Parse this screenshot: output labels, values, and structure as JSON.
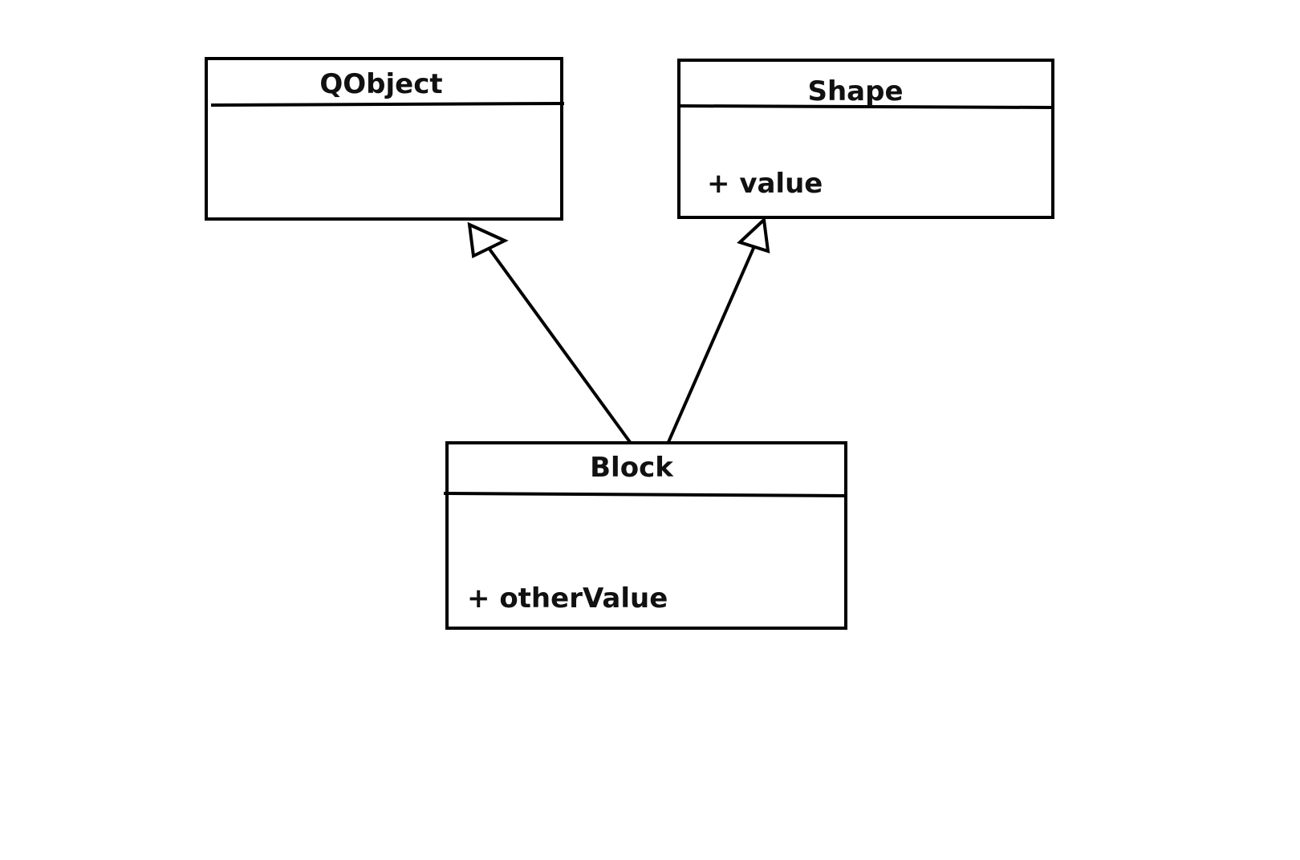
{
  "classes": {
    "qobject": {
      "name": "QObject",
      "attributes": []
    },
    "shape": {
      "name": "Shape",
      "attributes": [
        "+ value"
      ]
    },
    "block": {
      "name": "Block",
      "attributes": [
        "+ otherValue"
      ]
    }
  },
  "relations": [
    {
      "from": "Block",
      "to": "QObject",
      "type": "inheritance"
    },
    {
      "from": "Block",
      "to": "Shape",
      "type": "inheritance"
    }
  ]
}
